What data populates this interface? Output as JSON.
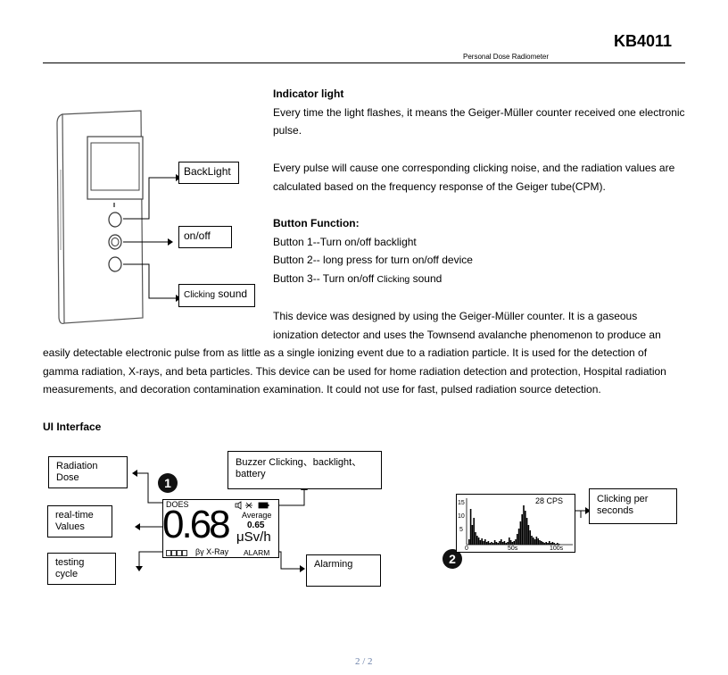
{
  "header": {
    "model": "KB4011",
    "subtitle": "Personal Dose Radiometer"
  },
  "indicator": {
    "heading": "Indicator light",
    "line1": "Every time the light flashes, it means the Geiger-Müller counter received one electronic",
    "line2": "pulse.",
    "line3": "Every pulse will cause one corresponding clicking noise, and the radiation values are",
    "line4": "calculated based on the frequency response of the Geiger tube(CPM)."
  },
  "buttons": {
    "heading": "Button Function:",
    "b1": "Button 1--Turn on/off backlight",
    "b2": "Button 2-- long press for turn on/off device",
    "b3_prefix": "Button 3-- Turn on/off ",
    "b3_small": "Clicking",
    "b3_suffix": " sound"
  },
  "device_labels": {
    "backlight": "BackLight",
    "onoff": "on/off",
    "clicking_small": "Clicking",
    "clicking_rest": " sound"
  },
  "description": {
    "l1": "This device was designed by using the Geiger-Müller counter. It is a gaseous",
    "l2": "ionization detector and uses the Townsend avalanche phenomenon to produce an",
    "l3": "easily detectable electronic pulse from as little as a single ionizing event due to a radiation particle. It is used for the detection of",
    "l4": "gamma radiation, X-rays, and beta particles. This device can be used for home radiation detection and protection, Hospital radiation",
    "l5": "measurements, and decoration contamination examination. It could not use for fast, pulsed radiation source detection."
  },
  "ui": {
    "heading": "UI Interface",
    "radiation_dose": [
      "Radiation",
      "Dose"
    ],
    "realtime": [
      "real-time",
      "Values"
    ],
    "testing_cycle": [
      "testing",
      "cycle"
    ],
    "buzzer": [
      "Buzzer Clicking、backlight、",
      "battery"
    ],
    "alarming": "Alarming",
    "clicking_per": [
      "Clicking per",
      "seconds"
    ],
    "badge1": "1",
    "badge2": "2"
  },
  "lcd1": {
    "mode": "DOES",
    "big_value": "0.68",
    "average_label": "Average",
    "average_value": "0.65",
    "unit": "μSv/h",
    "particles": "βγ X-Ray",
    "alarm": "ALARM"
  },
  "lcd2": {
    "cps": "28 CPS",
    "y_ticks": [
      "15",
      "10",
      "5"
    ],
    "x_ticks": [
      "0",
      "50s",
      "100s"
    ]
  },
  "footer": {
    "page": "2 / 2"
  }
}
